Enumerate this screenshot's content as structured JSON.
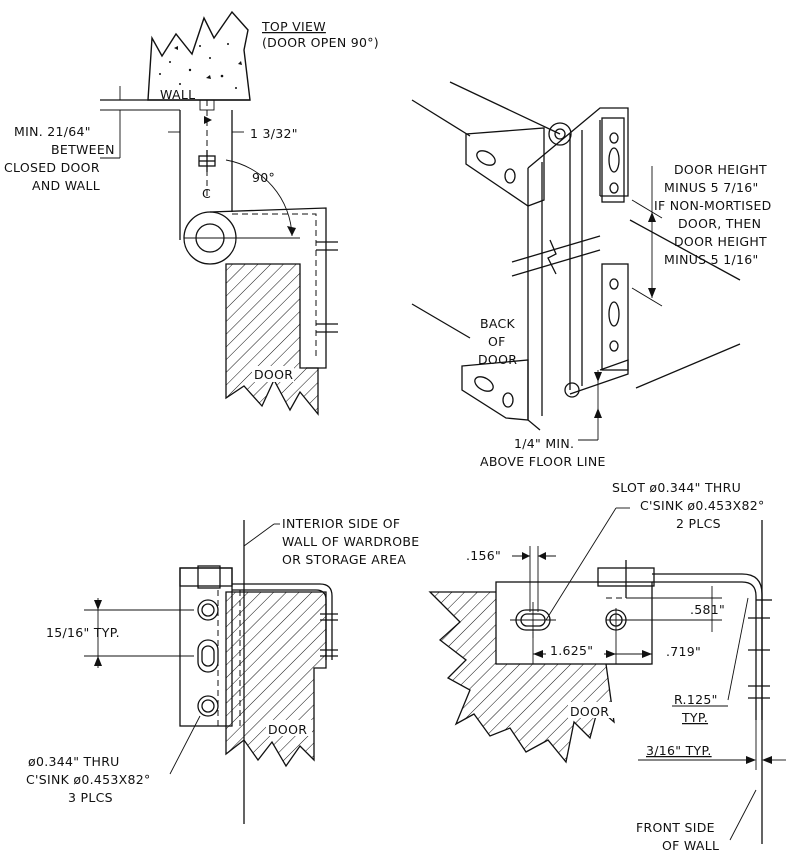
{
  "top_left": {
    "title": "TOP VIEW",
    "subtitle": "(DOOR OPEN 90°)",
    "wall_label": "WALL",
    "min_clear": [
      "MIN. 21/64\"",
      "BETWEEN",
      "CLOSED DOOR",
      "AND WALL"
    ],
    "offset": "1 3/32\"",
    "angle": "90°",
    "centerline": "C",
    "door_label": "DOOR"
  },
  "top_right": {
    "door_height": [
      "DOOR HEIGHT",
      "MINUS 5 7/16\"",
      "IF NON-MORTISED",
      "DOOR, THEN",
      "DOOR HEIGHT",
      "MINUS 5 1/16\""
    ],
    "back_of_door": [
      "BACK",
      "OF",
      "DOOR"
    ],
    "floor": [
      "1/4\" MIN.",
      "ABOVE FLOOR LINE"
    ]
  },
  "bottom_left": {
    "interior": [
      "INTERIOR SIDE OF",
      "WALL OF WARDROBE",
      "OR STORAGE AREA"
    ],
    "spacing": "15/16\" TYP.",
    "holes": [
      "ø0.344\" THRU",
      "C'SINK ø0.453X82°",
      "3 PLCS"
    ],
    "door_label": "DOOR"
  },
  "bottom_right": {
    "slot": [
      "SLOT ø0.344\" THRU",
      "C'SINK ø0.453X82°",
      "2 PLCS"
    ],
    "dim_156": ".156\"",
    "dim_581": ".581\"",
    "dim_1625": "1.625\"",
    "dim_719": ".719\"",
    "radius": [
      "R.125\"",
      "TYP."
    ],
    "thick": "3/16\" TYP.",
    "front": [
      "FRONT SIDE",
      "OF WALL"
    ],
    "door_label": "DOOR"
  }
}
